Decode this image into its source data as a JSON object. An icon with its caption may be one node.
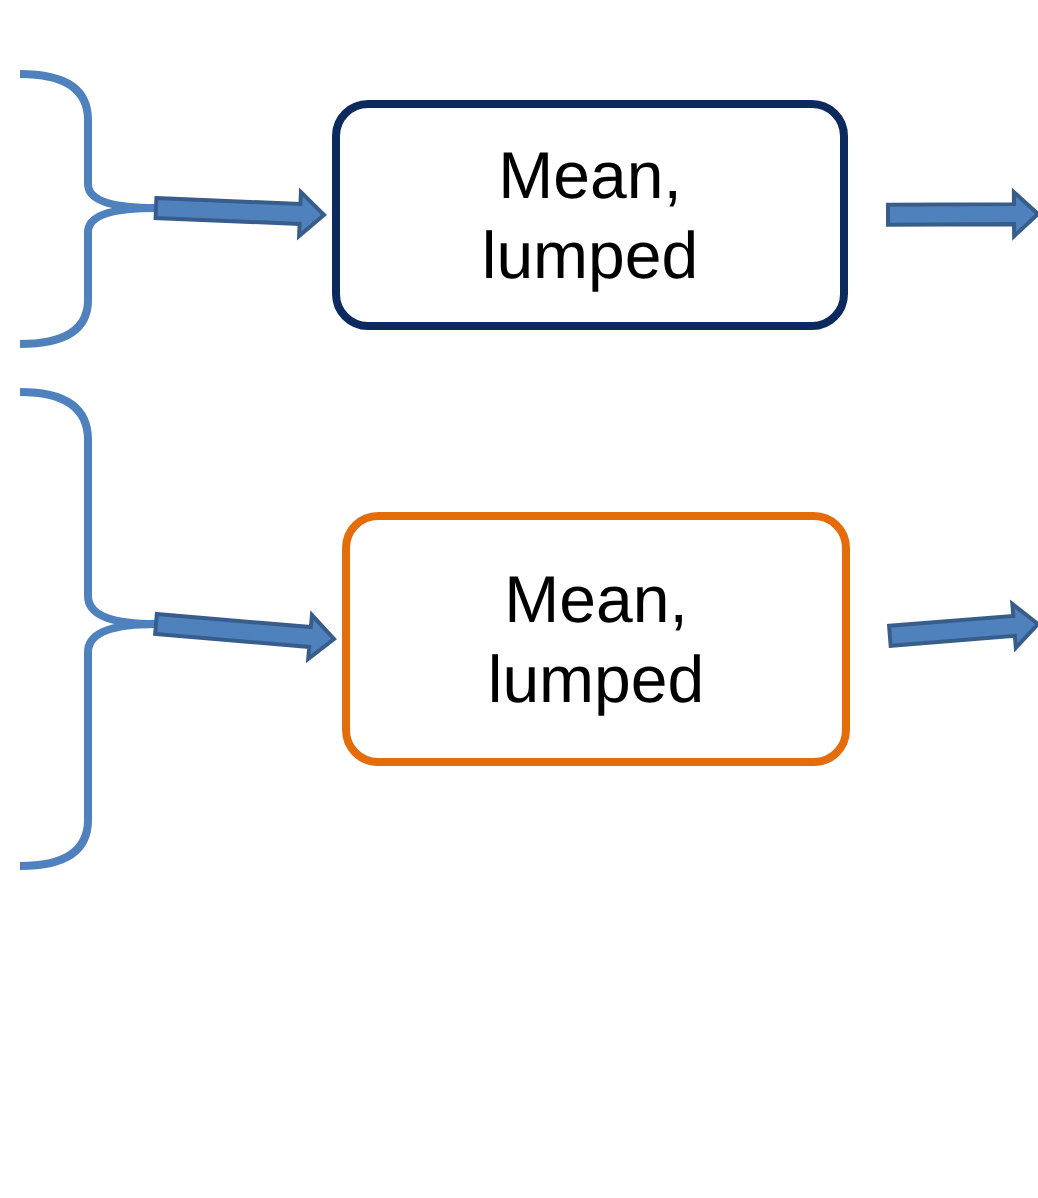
{
  "diagram": {
    "nodes": [
      {
        "text": [
          "Mean, lumped"
        ]
      },
      {
        "text": [
          "Mean, lumped"
        ]
      }
    ],
    "edges": [
      {
        "from": null,
        "to": 0,
        "arrow": "to",
        "style": "thick"
      },
      {
        "from": 0,
        "to": null,
        "arrow": "to",
        "style": "thick"
      },
      {
        "from": null,
        "to": 1,
        "arrow": "to",
        "style": "thick"
      },
      {
        "from": 1,
        "to": null,
        "arrow": "to",
        "style": "thick"
      }
    ]
  }
}
